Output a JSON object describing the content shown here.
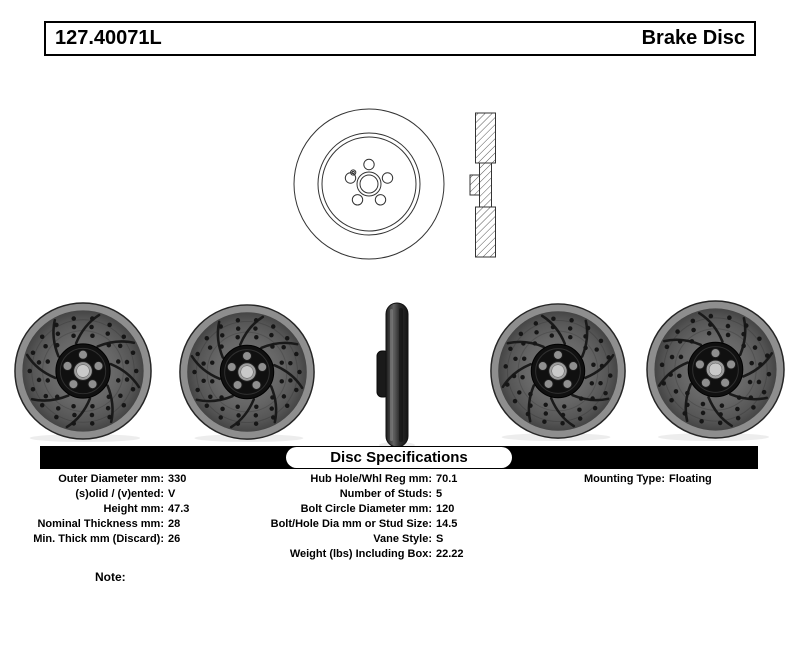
{
  "colors": {
    "background": "#ffffff",
    "text": "#000000",
    "banner_bg": "#000000",
    "banner_text_bg": "#ffffff"
  },
  "header": {
    "part_number": "127.40071L",
    "product_name": "Brake Disc"
  },
  "banner": {
    "title": "Disc Specifications"
  },
  "specs": {
    "left": [
      {
        "label": "Outer Diameter mm:",
        "value": "330"
      },
      {
        "label": "(s)olid / (v)ented:",
        "value": "V"
      },
      {
        "label": "Height mm:",
        "value": "47.3"
      },
      {
        "label": "Nominal Thickness mm:",
        "value": "28"
      },
      {
        "label": "Min. Thick mm (Discard):",
        "value": "26"
      }
    ],
    "middle": [
      {
        "label": "Hub Hole/Whl Reg mm:",
        "value": "70.1"
      },
      {
        "label": "Number of Studs:",
        "value": "5"
      },
      {
        "label": "Bolt Circle Diameter mm:",
        "value": "120"
      },
      {
        "label": "Bolt/Hole Dia mm or Stud Size:",
        "value": "14.5"
      },
      {
        "label": "Vane Style:",
        "value": "S"
      },
      {
        "label": "Weight (lbs) Including Box:",
        "value": "22.22"
      }
    ],
    "right": [
      {
        "label": "Mounting Type:",
        "value": "Floating"
      }
    ]
  },
  "note": {
    "label": "Note:"
  },
  "images": {
    "technical_front_view": "rotor-front-line-drawing",
    "technical_cross_section": "rotor-cross-section-hatched-drawing",
    "product_views": [
      "drilled-slotted-rotor-angled-left",
      "drilled-slotted-rotor-angled-left",
      "rotor-edge-view",
      "drilled-slotted-rotor-angled-right",
      "drilled-slotted-rotor-angled-right"
    ]
  }
}
